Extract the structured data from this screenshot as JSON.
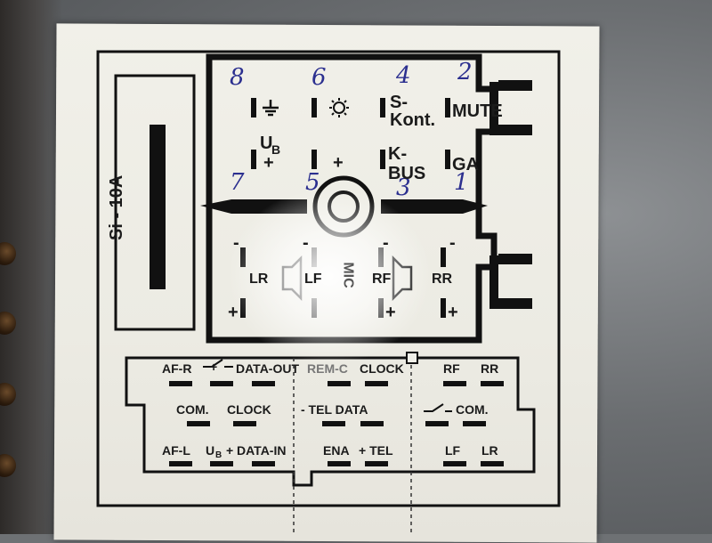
{
  "fuse": {
    "label": "Si - 10A"
  },
  "top_connector": {
    "row1": {
      "mute": "MUTE",
      "s_kont_1": "S-",
      "s_kont_2": "Kont."
    },
    "row2": {
      "ub_main": "U",
      "ub_sub": "B",
      "ub_plus": "+",
      "plus": "+",
      "kbus_1": "K-",
      "kbus_2": "BUS",
      "ga": "GA"
    },
    "handwritten_numbers": {
      "n8": "8",
      "n6": "6",
      "n4": "4",
      "n2": "2",
      "n7": "7",
      "n5": "5",
      "n3": "3",
      "n1": "1"
    },
    "speakers": {
      "lr": "LR",
      "lf": "LF",
      "rf": "RF",
      "rr": "RR",
      "minus": "-",
      "plus": "+",
      "mic": "MIC"
    }
  },
  "bottom_connector": {
    "row1": {
      "af_r": "AF-R",
      "switch_plus": "+",
      "data_out": "DATA-OUT",
      "rem_c": "REM-C",
      "clock": "CLOCK",
      "rf": "RF",
      "rr": "RR"
    },
    "row2": {
      "com": "COM.",
      "clock": "CLOCK",
      "tel_data": "- TEL DATA",
      "com_right": "COM."
    },
    "row3": {
      "af_l": "AF-L",
      "ub": "U",
      "ub_sub": "B",
      "ub_plus": "+",
      "data_in": "DATA-IN",
      "ena": "ENA",
      "tel": "+ TEL",
      "lf": "LF",
      "lr": "LR"
    }
  }
}
